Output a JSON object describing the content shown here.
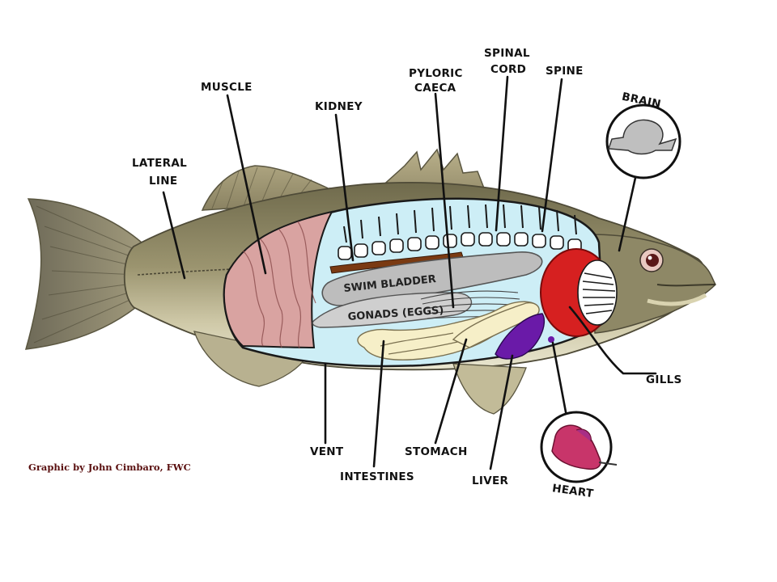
{
  "labels": {
    "muscle": "MUSCLE",
    "lateral_line_1": "LATERAL",
    "lateral_line_2": "LINE",
    "kidney": "KIDNEY",
    "pyloric_1": "PYLORIC",
    "pyloric_2": "CAECA",
    "spinal_1": "SPINAL",
    "spinal_2": "CORD",
    "spine": "SPINE",
    "brain": "BRAIN",
    "swim_bladder": "SWIM BLADDER",
    "gonads": "GONADS (EGGS)",
    "gills": "GILLS",
    "vent": "VENT",
    "intestines": "INTESTINES",
    "stomach": "STOMACH",
    "liver": "LIVER",
    "heart": "HEART"
  },
  "credit": "Graphic by John Cimbaro, FWC",
  "colors": {
    "body": "#8f8a6a",
    "belly": "#e6e2c6",
    "cavity": "#cdeef6",
    "muscle": "#d9a3a1",
    "kidney": "#7a3a12",
    "swim_bladder": "#bdbdbd",
    "intestines": "#f6efc8",
    "liver": "#6a1aa8",
    "gills": "#d62020",
    "heart": "#c8356a"
  }
}
